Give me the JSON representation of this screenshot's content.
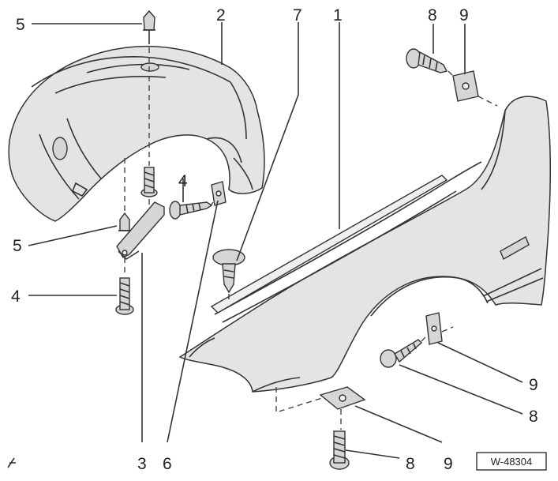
{
  "callouts": {
    "c1": "1",
    "c2": "2",
    "c3": "3",
    "c4a": "4",
    "c4b": "4",
    "c5a": "5",
    "c5b": "5",
    "c6": "6",
    "c7": "7",
    "c8a": "8",
    "c8b": "8",
    "c8c": "8",
    "c9a": "9",
    "c9b": "9",
    "c9c": "9"
  },
  "reference_code": "W-48304"
}
